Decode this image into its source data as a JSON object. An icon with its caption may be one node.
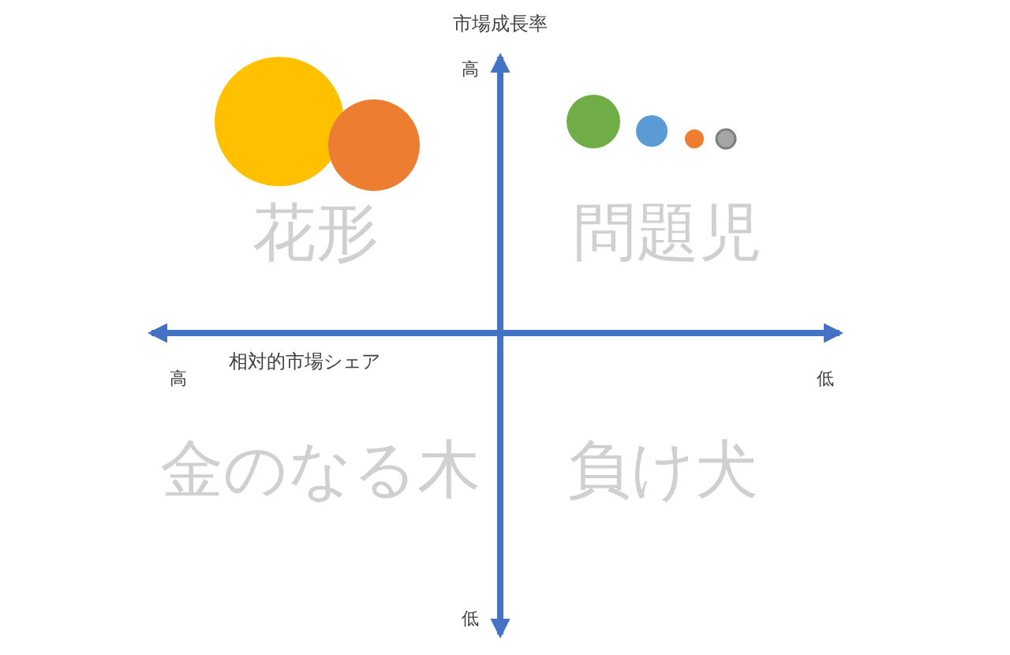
{
  "diagram": {
    "labels": [
      "市場成長率",
      "高",
      "花形",
      "問題児",
      "相対的市場シェア",
      "高",
      "低",
      "金のなる木",
      "負け犬",
      "低"
    ]
  }
}
